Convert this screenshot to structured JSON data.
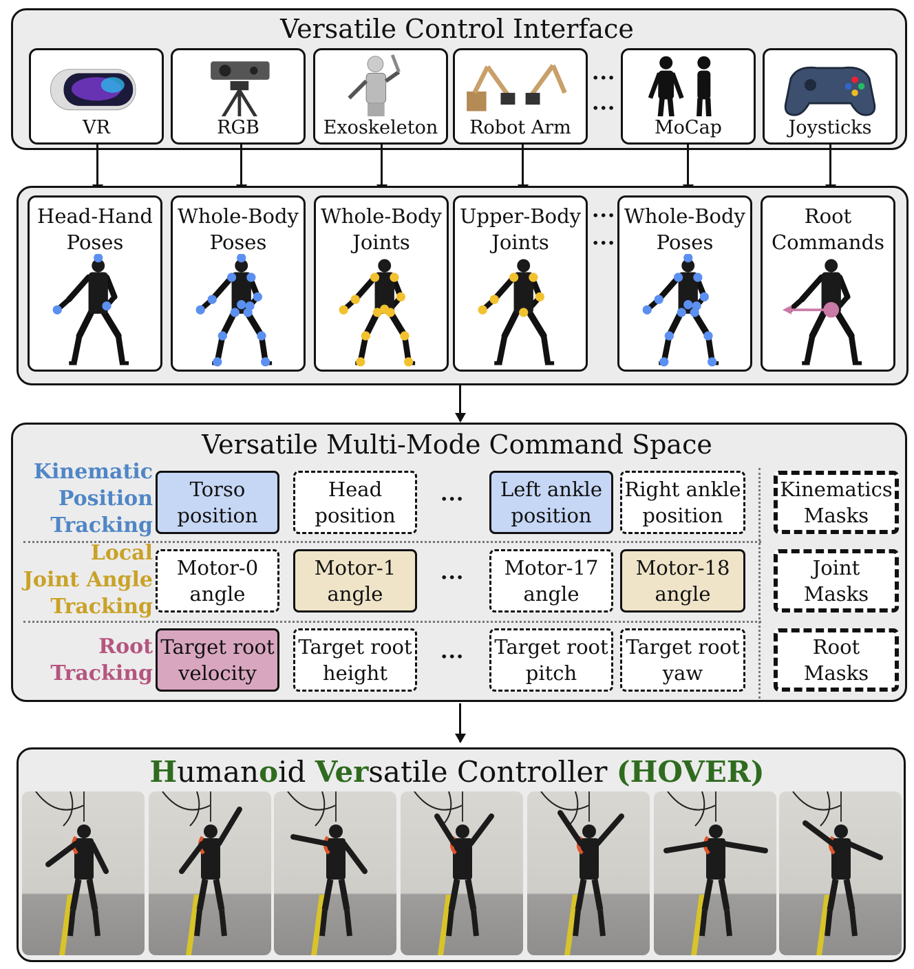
{
  "interface_panel": {
    "title": "Versatile Control Interface",
    "devices": [
      {
        "label": "VR",
        "icon": "vr-headset-icon"
      },
      {
        "label": "RGB",
        "icon": "rgb-camera-icon"
      },
      {
        "label": "Exoskeleton",
        "icon": "exoskeleton-icon"
      },
      {
        "label": "Robot Arm",
        "icon": "robot-arm-icon"
      },
      {
        "label": "MoCap",
        "icon": "mocap-suit-icon"
      },
      {
        "label": "Joysticks",
        "icon": "gamepad-icon"
      }
    ],
    "ellipsis": "···"
  },
  "modes_panel": {
    "modes": [
      {
        "line1": "Head-Hand",
        "line2": "Poses",
        "marker_color": "#5b8ff0"
      },
      {
        "line1": "Whole-Body",
        "line2": "Poses",
        "marker_color": "#5b8ff0"
      },
      {
        "line1": "Whole-Body",
        "line2": "Joints",
        "marker_color": "#f2c12e"
      },
      {
        "line1": "Upper-Body",
        "line2": "Joints",
        "marker_color": "#f2c12e"
      },
      {
        "line1": "Whole-Body",
        "line2": "Poses",
        "marker_color": "#5b8ff0"
      },
      {
        "line1": "Root",
        "line2": "Commands",
        "marker_color": "#c97aa6"
      }
    ],
    "ellipsis": "···"
  },
  "command_space": {
    "title": "Versatile Multi-Mode Command Space",
    "ellipsis": "···",
    "rows": [
      {
        "label_lines": [
          "Kinematic",
          "Position",
          "Tracking"
        ],
        "label_color": "#4f86c6",
        "fill_color": "#c6d7f5",
        "cells": [
          {
            "line1": "Torso",
            "line2": "position"
          },
          {
            "line1": "Head",
            "line2": "position"
          },
          {
            "line1": "Left ankle",
            "line2": "position"
          },
          {
            "line1": "Right ankle",
            "line2": "position"
          }
        ],
        "mask": {
          "line1": "Kinematics",
          "line2": "Masks"
        }
      },
      {
        "label_lines": [
          "Local",
          "Joint Angle",
          "Tracking"
        ],
        "label_color": "#c9a227",
        "fill_color": "#efe4c8",
        "cells": [
          {
            "line1": "Motor-0",
            "line2": "angle"
          },
          {
            "line1": "Motor-1",
            "line2": "angle"
          },
          {
            "line1": "Motor-17",
            "line2": "angle"
          },
          {
            "line1": "Motor-18",
            "line2": "angle"
          }
        ],
        "mask": {
          "line1": "Joint",
          "line2": "Masks"
        }
      },
      {
        "label_lines": [
          "Root",
          "Tracking"
        ],
        "label_color": "#b5557f",
        "fill_color": "#d9a6c0",
        "cells": [
          {
            "line1": "Target root",
            "line2": "velocity"
          },
          {
            "line1": "Target root",
            "line2": "height"
          },
          {
            "line1": "Target root",
            "line2": "pitch"
          },
          {
            "line1": "Target root",
            "line2": "yaw"
          }
        ],
        "mask": {
          "line1": "Root",
          "line2": "Masks"
        }
      }
    ]
  },
  "controller": {
    "title_parts": [
      {
        "text": "H",
        "green": true
      },
      {
        "text": "uman",
        "green": false
      },
      {
        "text": "o",
        "green": true
      },
      {
        "text": "id ",
        "green": false
      },
      {
        "text": "Ver",
        "green": true
      },
      {
        "text": "satile Controller ",
        "green": false
      },
      {
        "text": "(HOVER)",
        "green": true
      }
    ],
    "green_color": "#2f6b1f"
  }
}
